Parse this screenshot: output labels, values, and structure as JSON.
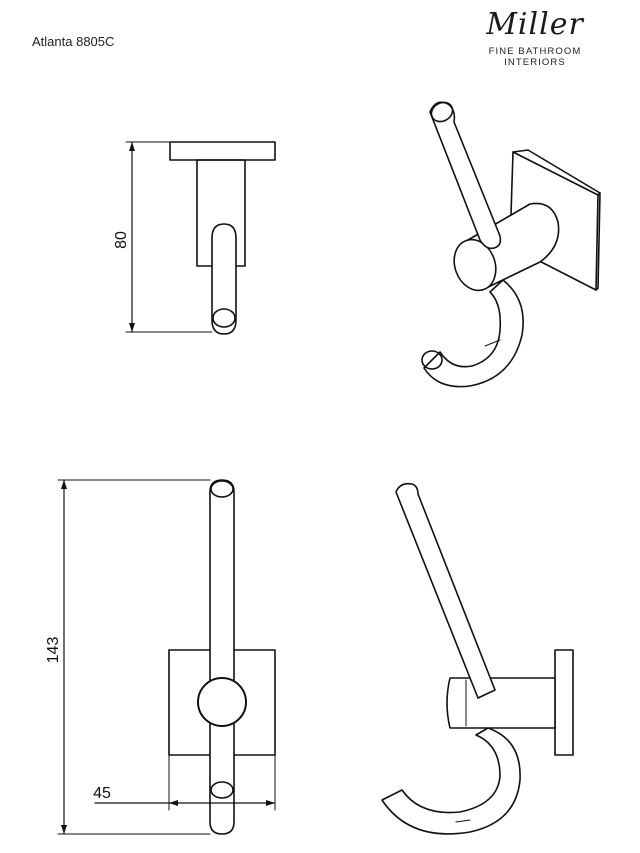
{
  "header": {
    "product_name": "Atlanta 8805C",
    "logo_script": "Miller",
    "logo_tagline": "FINE BATHROOM INTERIORS"
  },
  "dimensions": {
    "height_side_view": "80",
    "height_front_view": "143",
    "width_base": "45"
  }
}
